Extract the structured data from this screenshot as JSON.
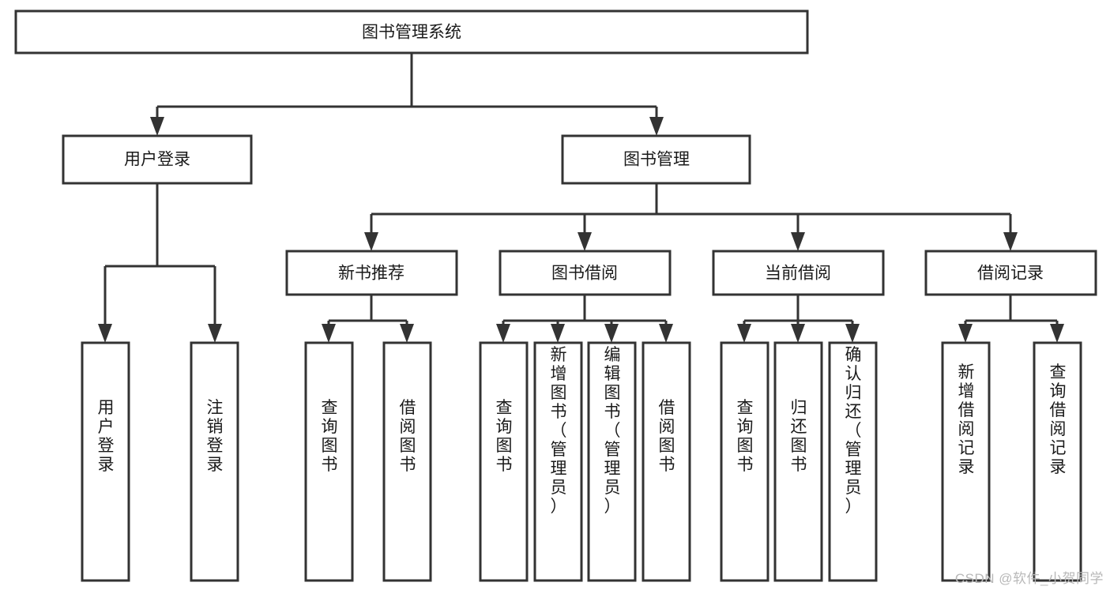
{
  "diagram": {
    "type": "tree-hierarchy",
    "title": "图书管理系统",
    "root": {
      "id": "root",
      "label": "图书管理系统",
      "level": 0
    },
    "level1": [
      {
        "id": "user-login",
        "label": "用户登录",
        "level": 1
      },
      {
        "id": "book-management",
        "label": "图书管理",
        "level": 1
      }
    ],
    "level2": [
      {
        "id": "new-book-recommend",
        "label": "新书推荐",
        "level": 2,
        "parent": "book-management"
      },
      {
        "id": "book-borrow",
        "label": "图书借阅",
        "level": 2,
        "parent": "book-management"
      },
      {
        "id": "current-borrow",
        "label": "当前借阅",
        "level": 2,
        "parent": "book-management"
      },
      {
        "id": "borrow-record",
        "label": "借阅记录",
        "level": 2,
        "parent": "book-management"
      }
    ],
    "leaves": {
      "user_login": [
        {
          "id": "leaf-user-login",
          "label": "用户登录"
        },
        {
          "id": "leaf-user-logout",
          "label": "注销登录"
        }
      ],
      "new_book_recommend": [
        {
          "id": "leaf-query-book-1",
          "label": "查询图书"
        },
        {
          "id": "leaf-borrow-book-1",
          "label": "借阅图书"
        }
      ],
      "book_borrow": [
        {
          "id": "leaf-query-book-2",
          "label": "查询图书"
        },
        {
          "id": "leaf-add-book",
          "label": "新增图书（管理员）"
        },
        {
          "id": "leaf-edit-book",
          "label": "编辑图书（管理员）"
        },
        {
          "id": "leaf-borrow-book-2",
          "label": "借阅图书"
        }
      ],
      "current_borrow": [
        {
          "id": "leaf-query-book-3",
          "label": "查询图书"
        },
        {
          "id": "leaf-return-book",
          "label": "归还图书"
        },
        {
          "id": "leaf-confirm-return",
          "label": "确认归还（管理员）"
        }
      ],
      "borrow_record": [
        {
          "id": "leaf-add-record",
          "label": "新增借阅记录"
        },
        {
          "id": "leaf-query-record",
          "label": "查询借阅记录"
        }
      ]
    }
  },
  "watermark": {
    "text": "CSDN @软件_小贺同学"
  },
  "colors": {
    "stroke": "#333333",
    "fill": "#ffffff",
    "text": "#1a1a1a",
    "watermark": "#b8b8b8",
    "background": "#ffffff"
  }
}
